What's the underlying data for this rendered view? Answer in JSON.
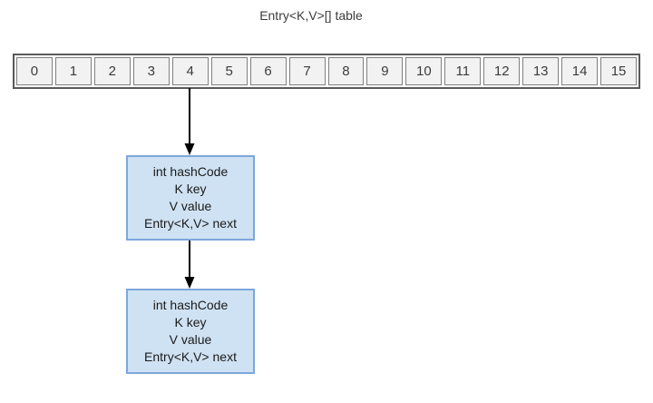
{
  "title": "Entry<K,V>[] table",
  "array": {
    "cells": [
      "0",
      "1",
      "2",
      "3",
      "4",
      "5",
      "6",
      "7",
      "8",
      "9",
      "10",
      "11",
      "12",
      "13",
      "14",
      "15"
    ],
    "arrow_source_cell": "4"
  },
  "nodes": [
    {
      "lines": [
        "int hashCode",
        "K key",
        "V value",
        "Entry<K,V> next"
      ]
    },
    {
      "lines": [
        "int hashCode",
        "K key",
        "V value",
        "Entry<K,V> next"
      ]
    }
  ],
  "colors": {
    "node_fill": "#cfe2f3",
    "node_border": "#7da7dc",
    "cell_fill": "#f2f2f2",
    "cell_border": "#7f7f7f",
    "array_border": "#595959",
    "arrow": "#000000",
    "text": "#3c3c3c"
  }
}
